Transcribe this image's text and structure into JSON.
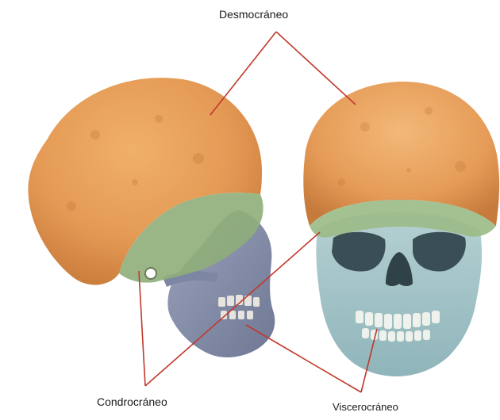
{
  "labels": {
    "desmocraneo": "Desmocráneo",
    "condrocraneo": "Condrocráneo",
    "viscerocraneo": "Viscerocráneo"
  },
  "colors": {
    "desmocraneo_fill": "#e49a55",
    "condrocraneo_fill": "#8fae7a",
    "viscerocraneo_fill": "#9dbfc2",
    "lateral_face_fill": "#8a93ad",
    "leader_lines": "#c0392b"
  },
  "figures": [
    "lateral-skull-view",
    "frontal-skull-view"
  ]
}
